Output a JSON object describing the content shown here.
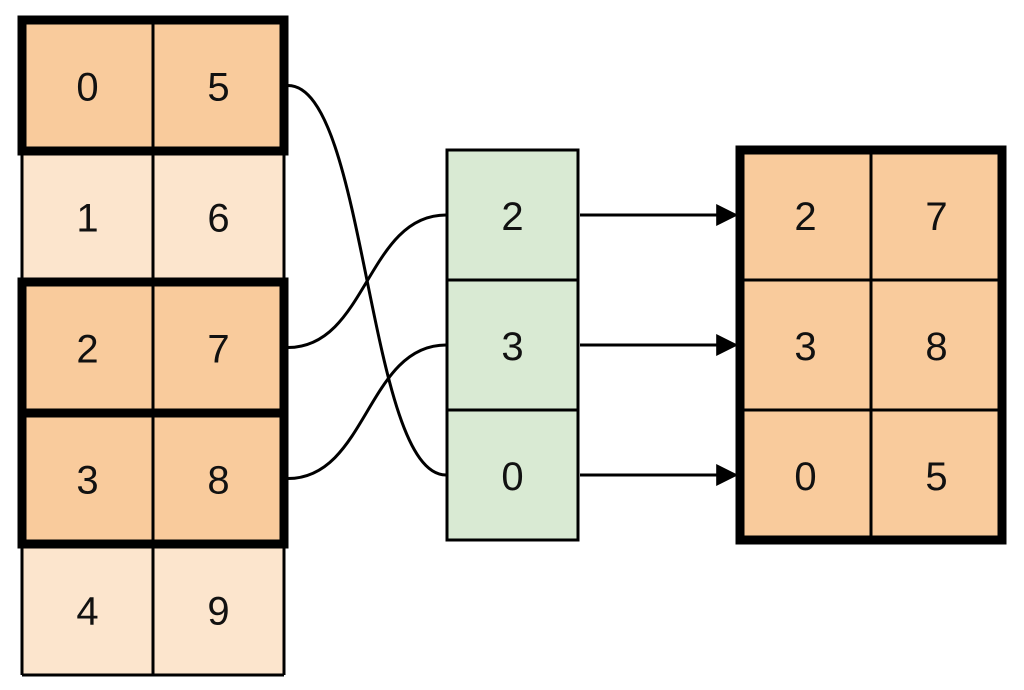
{
  "colors": {
    "source_dim": "#fce5cd",
    "source_selected": "#f9cb9c",
    "index_fill": "#d9ead3",
    "stroke": "#000000"
  },
  "source": {
    "rows": [
      {
        "cells": [
          "0",
          "5"
        ],
        "selected": true
      },
      {
        "cells": [
          "1",
          "6"
        ],
        "selected": false
      },
      {
        "cells": [
          "2",
          "7"
        ],
        "selected": true
      },
      {
        "cells": [
          "3",
          "8"
        ],
        "selected": true
      },
      {
        "cells": [
          "4",
          "9"
        ],
        "selected": false
      }
    ]
  },
  "indices": {
    "values": [
      "2",
      "3",
      "0"
    ]
  },
  "result": {
    "rows": [
      {
        "cells": [
          "2",
          "7"
        ]
      },
      {
        "cells": [
          "3",
          "8"
        ]
      },
      {
        "cells": [
          "0",
          "5"
        ]
      }
    ]
  }
}
